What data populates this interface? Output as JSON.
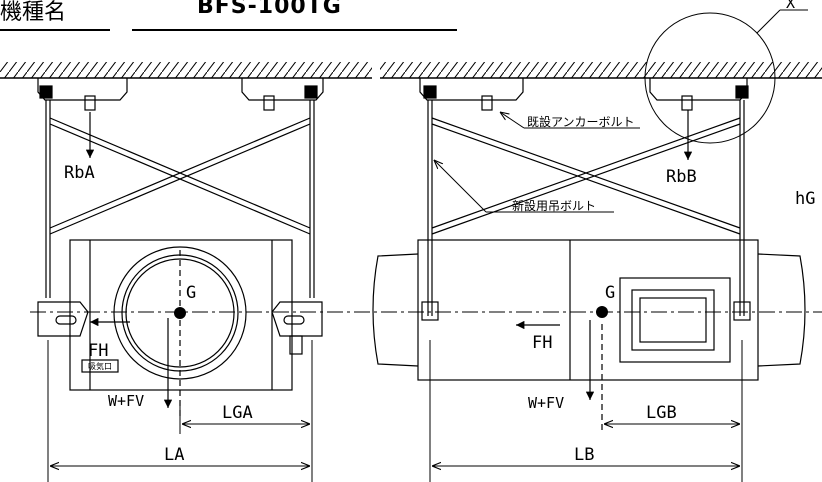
{
  "header": {
    "label": "機種名",
    "model": "BFS-100TG"
  },
  "detail_marker": "X",
  "left_view": {
    "rod_force": "RbA",
    "center": "G",
    "horizontal_force": "FH",
    "vertical_force": "W+FV",
    "dim_to_center": "LGA",
    "dim_total": "LA",
    "nameplate": "吸気口"
  },
  "right_view": {
    "existing_anchor": "既設アンカーボルト",
    "new_bolt": "新設用吊ボルト",
    "rod_force": "RbB",
    "center": "G",
    "horizontal_force": "FH",
    "vertical_force": "W+FV",
    "dim_to_center": "LGB",
    "dim_total": "LB",
    "height_label": "hG"
  }
}
